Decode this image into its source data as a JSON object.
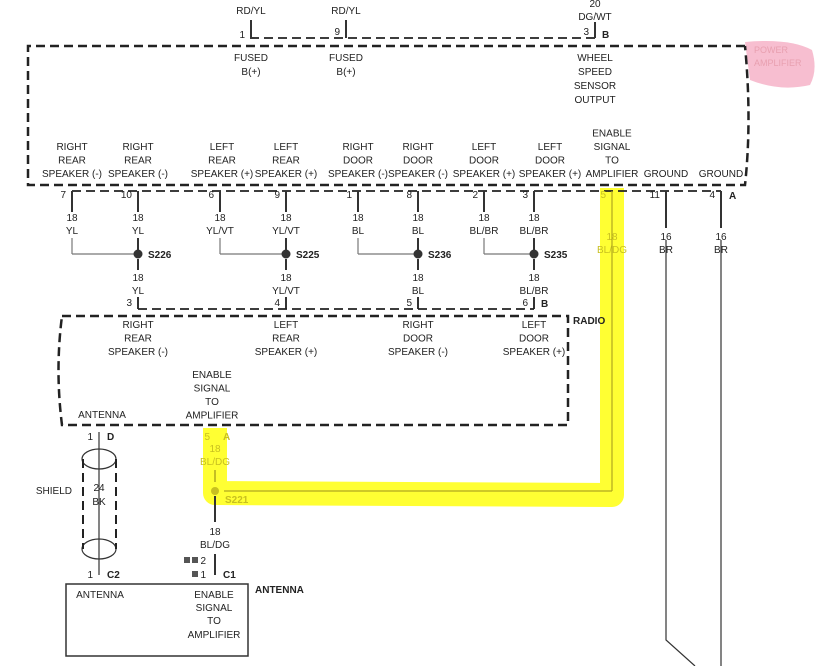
{
  "power_amplifier": {
    "title": "POWER AMPLIFIER",
    "title_lines": [
      "POWER",
      "AMPLIFIER"
    ],
    "highlight_color": "#f4a6c0",
    "top_wires": [
      {
        "pin": "1",
        "color": "RD/YL",
        "function": [
          "FUSED",
          "B(+)"
        ]
      },
      {
        "pin": "9",
        "color": "RD/YL",
        "function": [
          "FUSED",
          "B(+)"
        ]
      },
      {
        "pin": "3",
        "gauge": "20",
        "color": "DG/WT",
        "connector": "B",
        "function": [
          "WHEEL",
          "SPEED",
          "SENSOR",
          "OUTPUT"
        ]
      }
    ],
    "bottom_pins": [
      {
        "pin": "7",
        "gauge": "18",
        "color": "YL",
        "function": [
          "RIGHT",
          "REAR",
          "SPEAKER (-)"
        ]
      },
      {
        "pin": "10",
        "gauge": "18",
        "color": "YL",
        "function": [
          "RIGHT",
          "REAR",
          "SPEAKER (-)"
        ]
      },
      {
        "pin": "6",
        "gauge": "18",
        "color": "YL/VT",
        "function": [
          "LEFT",
          "REAR",
          "SPEAKER (+)"
        ]
      },
      {
        "pin": "9",
        "gauge": "18",
        "color": "YL/VT",
        "function": [
          "LEFT",
          "REAR",
          "SPEAKER (+)"
        ]
      },
      {
        "pin": "1",
        "gauge": "18",
        "color": "BL",
        "function": [
          "RIGHT",
          "DOOR",
          "SPEAKER (-)"
        ]
      },
      {
        "pin": "8",
        "gauge": "18",
        "color": "BL",
        "function": [
          "RIGHT",
          "DOOR",
          "SPEAKER (-)"
        ]
      },
      {
        "pin": "2",
        "gauge": "18",
        "color": "BL/BR",
        "function": [
          "LEFT",
          "DOOR",
          "SPEAKER (+)"
        ]
      },
      {
        "pin": "3",
        "gauge": "18",
        "color": "BL/BR",
        "function": [
          "LEFT",
          "DOOR",
          "SPEAKER (+)"
        ]
      },
      {
        "pin": "5",
        "gauge": "18",
        "color": "BL/DG",
        "function": [
          "ENABLE",
          "SIGNAL",
          "TO",
          "AMPLIFIER"
        ]
      },
      {
        "pin": "11",
        "gauge": "16",
        "color": "BR",
        "function": [
          "GROUND"
        ]
      },
      {
        "pin": "4",
        "gauge": "16",
        "color": "BR",
        "function": [
          "GROUND"
        ],
        "connector": "A"
      }
    ]
  },
  "splices": [
    {
      "id": "S226",
      "gauge": "18",
      "color": "YL",
      "radio_pin": "3"
    },
    {
      "id": "S225",
      "gauge": "18",
      "color": "YL/VT",
      "radio_pin": "4"
    },
    {
      "id": "S236",
      "gauge": "18",
      "color": "BL",
      "radio_pin": "5"
    },
    {
      "id": "S235",
      "gauge": "18",
      "color": "BL/BR",
      "radio_pin": "6",
      "connector": "B"
    }
  ],
  "radio": {
    "title": "RADIO",
    "functions": [
      [
        "RIGHT",
        "REAR",
        "SPEAKER (-)"
      ],
      [
        "LEFT",
        "REAR",
        "SPEAKER (+)"
      ],
      [
        "RIGHT",
        "DOOR",
        "SPEAKER (-)"
      ],
      [
        "LEFT",
        "DOOR",
        "SPEAKER (+)"
      ]
    ],
    "enable": [
      "ENABLE",
      "SIGNAL",
      "TO",
      "AMPLIFIER"
    ],
    "antenna": "ANTENNA",
    "antenna_pin": "1",
    "antenna_connector": "D",
    "enable_pin": "5",
    "enable_connector": "A"
  },
  "shield": {
    "label": "SHIELD",
    "gauge": "24",
    "color": "BK"
  },
  "enable_wire": {
    "gauge": "18",
    "color": "BL/DG",
    "splice": "S221",
    "highlight_color": "#ffff33"
  },
  "antenna_module": {
    "title": "ANTENNA",
    "antenna": "ANTENNA",
    "enable": [
      "ENABLE",
      "SIGNAL",
      "TO",
      "AMPLIFIER"
    ],
    "c2_pin": "1",
    "c2": "C2",
    "c1_pin_2": "2",
    "c1_pin_1": "1",
    "c1": "C1"
  }
}
